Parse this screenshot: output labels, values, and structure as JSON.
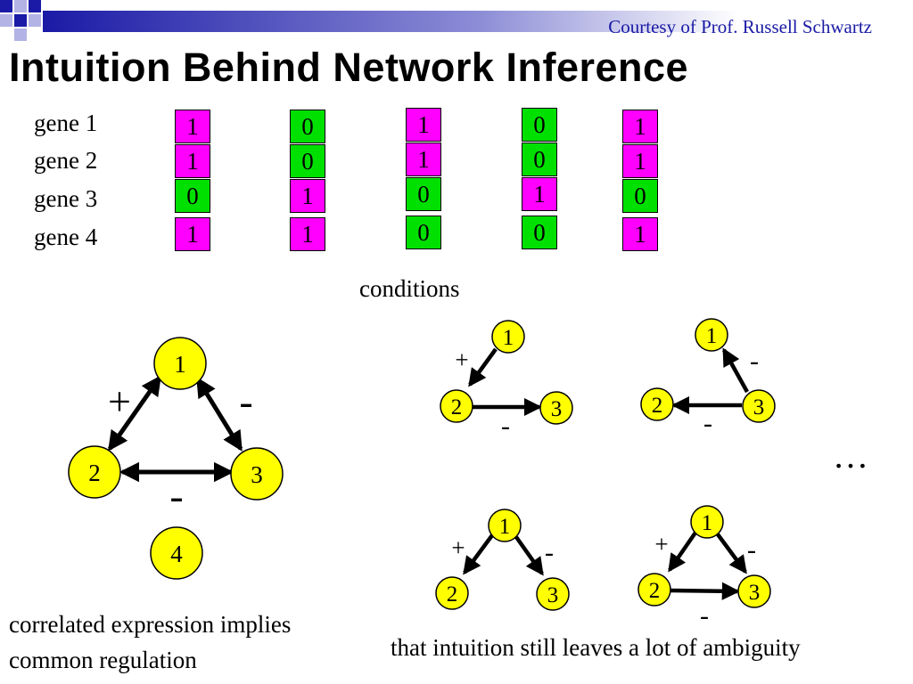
{
  "header": {
    "courtesy": "Courtesy of Prof. Russell Schwartz",
    "title": "Intuition Behind Network Inference"
  },
  "colors": {
    "high": "#ff00ff",
    "low": "#00e000",
    "node_fill": "#ffff00",
    "accent": "#1a1aa6"
  },
  "genes": [
    "gene 1",
    "gene 2",
    "gene 3",
    "gene 4"
  ],
  "conditions_label": "conditions",
  "condition_values": [
    [
      "1",
      "1",
      "0",
      "1"
    ],
    [
      "0",
      "0",
      "1",
      "1"
    ],
    [
      "1",
      "1",
      "0",
      "0"
    ],
    [
      "0",
      "0",
      "1",
      "0"
    ],
    [
      "1",
      "1",
      "0",
      "1"
    ]
  ],
  "main_network": {
    "nodes": [
      "1",
      "2",
      "3",
      "4"
    ],
    "edge_labels": {
      "e12": "+",
      "e13": "-",
      "e23": "-"
    }
  },
  "alternatives": [
    {
      "nodes": [
        "1",
        "2",
        "3"
      ],
      "labels": [
        "+",
        "-"
      ]
    },
    {
      "nodes": [
        "1",
        "2",
        "3"
      ],
      "labels": [
        "-",
        "-"
      ]
    },
    {
      "nodes": [
        "1",
        "2",
        "3"
      ],
      "labels": [
        "+",
        "-"
      ]
    },
    {
      "nodes": [
        "1",
        "2",
        "3"
      ],
      "labels": [
        "+",
        "-",
        "-"
      ]
    }
  ],
  "ellipsis": "…",
  "caption_left": [
    "correlated expression implies",
    "common regulation"
  ],
  "caption_right": "that intuition still leaves a lot of ambiguity"
}
